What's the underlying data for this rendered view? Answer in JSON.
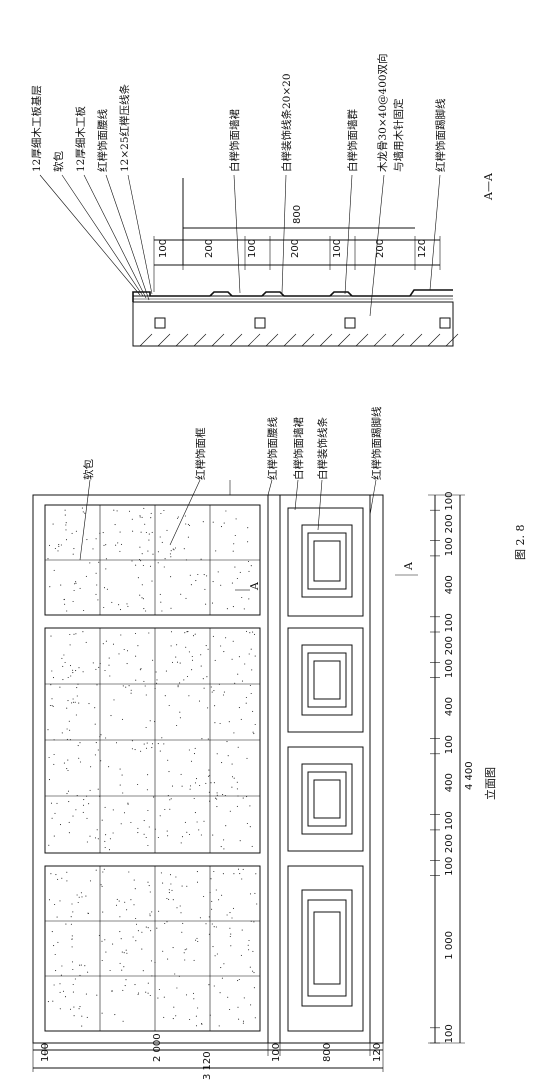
{
  "figure": {
    "caption": "图 2. 8"
  },
  "elevation": {
    "title": "立面图",
    "labels": {
      "soft_pack": "软包",
      "frame": "红榉饰面框",
      "waistline": "红榉饰面腰线",
      "dado": "白榉饰面墙裙",
      "decor_strip": "白榉装饰线条",
      "skirting": "红榉饰面踢脚线"
    },
    "section_mark": "A",
    "vertical_dims": [
      "100",
      "2 000",
      "100",
      "800",
      "120"
    ],
    "vertical_total": "3 120",
    "horizontal_dims": [
      "100",
      "200",
      "100",
      "400",
      "100",
      "200",
      "100",
      "400",
      "100",
      "400",
      "100",
      "200",
      "100",
      "1 000",
      "100"
    ],
    "horizontal_total": "4 400"
  },
  "section": {
    "title": "A—A",
    "labels": {
      "l1": "12厚细木工板基层",
      "l2": "软包",
      "l3": "12厚细木工板",
      "l4": "红榉饰面腰线",
      "l5": "12×25红榉压线条",
      "l6": "白榉饰面墙裙",
      "l7": "白榉装饰线条20×20",
      "l8": "白榉饰面墙群",
      "l9a": "木龙骨30×40@400双向",
      "l9b": "与墙用木针固定",
      "l10": "红榉饰面踢脚线"
    },
    "dims": [
      "100",
      "200",
      "100",
      "200",
      "100",
      "200",
      "120"
    ],
    "dim_total": "800"
  }
}
